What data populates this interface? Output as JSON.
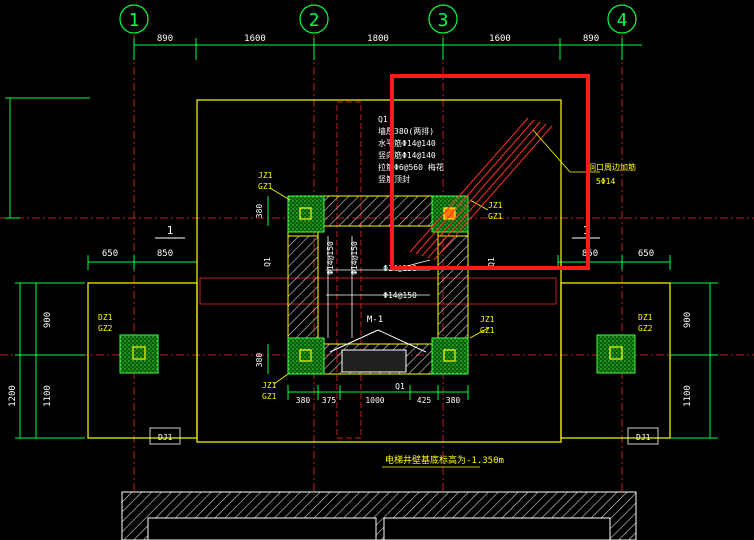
{
  "grid_axes": [
    "1",
    "2",
    "3",
    "4"
  ],
  "top_dims": [
    "890",
    "1600",
    "1800",
    "1600",
    "890"
  ],
  "left_dims": [
    "900",
    "1100",
    "1200"
  ],
  "right_dims": [
    "900",
    "1100"
  ],
  "pad_dims": [
    "650",
    "850",
    "850",
    "650"
  ],
  "bottom_dims": [
    "380",
    "375",
    "1000",
    "425",
    "380"
  ],
  "section_mark": "1",
  "wall_labels": {
    "q1_left": "Q1",
    "q1_right": "Q1",
    "q1_bottom": "Q1"
  },
  "q1_spec": {
    "title": "Q1",
    "lines": [
      "墙厚380(两排)",
      "水平筋Φ14@140",
      "竖向筋Φ14@140",
      "拉筋Φ6@560 梅花",
      "竖筋顶封"
    ]
  },
  "rebar_labels": {
    "vert1": "Φ14@150",
    "vert2": "Φ14@150",
    "horiz1": "Φ14@150",
    "horiz2": "Φ14@150"
  },
  "column_tags": {
    "tl": [
      "JZ1",
      "GZ1"
    ],
    "tr": [
      "JZ1",
      "GZ1"
    ],
    "br": [
      "JZ1",
      "GZ1"
    ],
    "bl": [
      "JZ1",
      "GZ1"
    ]
  },
  "pad_tags": {
    "left": [
      "DZ1",
      "GZ2"
    ],
    "right": [
      "DZ1",
      "GZ2"
    ]
  },
  "footing_tags": {
    "left": "DJ1",
    "right": "DJ1"
  },
  "wall_size": "380",
  "door_tag": "M-1",
  "opening_note": [
    "洞口周边加筋",
    "5Φ14"
  ],
  "elevation_note": "电梯井壁基底标高为-1.350m",
  "colors": {
    "grid": "#c02020",
    "dim": "#00ff40",
    "wall": "#ffff00",
    "text": "#ffffff",
    "highlight": "#ff1a1a",
    "hatch": "#d0d0d0"
  }
}
